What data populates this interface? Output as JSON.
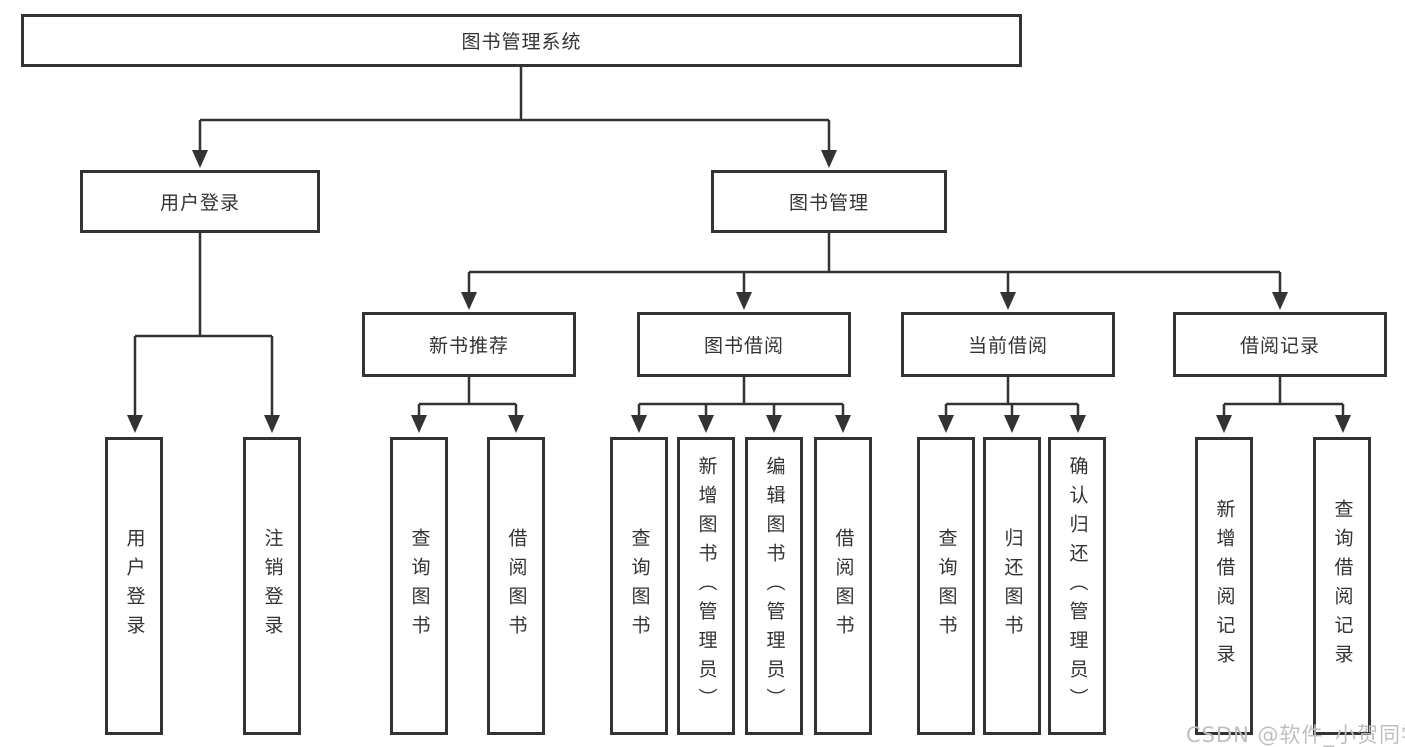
{
  "diagram": {
    "title": "图书管理系统",
    "colors": {
      "line": "#333333",
      "box_border": "#333333",
      "box_bg": "#ffffff",
      "text": "#333333",
      "watermark": "#bfbfbf"
    },
    "tree": {
      "label": "图书管理系统",
      "children": [
        {
          "label": "用户登录",
          "children": [
            {
              "label": "用户登录"
            },
            {
              "label": "注销登录"
            }
          ]
        },
        {
          "label": "图书管理",
          "children": [
            {
              "label": "新书推荐",
              "children": [
                {
                  "label": "查询图书"
                },
                {
                  "label": "借阅图书"
                }
              ]
            },
            {
              "label": "图书借阅",
              "children": [
                {
                  "label": "查询图书"
                },
                {
                  "label": "新增图书（管理员）"
                },
                {
                  "label": "编辑图书（管理员）"
                },
                {
                  "label": "借阅图书"
                }
              ]
            },
            {
              "label": "当前借阅",
              "children": [
                {
                  "label": "查询图书"
                },
                {
                  "label": "归还图书"
                },
                {
                  "label": "确认归还（管理员）"
                }
              ]
            },
            {
              "label": "借阅记录",
              "children": [
                {
                  "label": "新增借阅记录"
                },
                {
                  "label": "查询借阅记录"
                }
              ]
            }
          ]
        }
      ]
    },
    "watermark": "CSDN @软件_小贺同学"
  }
}
